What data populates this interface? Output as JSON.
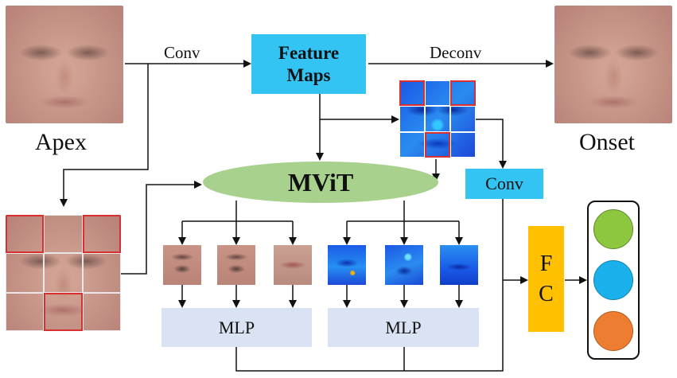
{
  "labels": {
    "apex": "Apex",
    "onset": "Onset",
    "conv_arrow": "Conv",
    "deconv_arrow": "Deconv"
  },
  "blocks": {
    "feature_maps_line1": "Feature",
    "feature_maps_line2": "Maps",
    "mvit": "MViT",
    "conv_block": "Conv",
    "fc_line1": "F",
    "fc_line2": "C",
    "mlp_left": "MLP",
    "mlp_right": "MLP"
  },
  "colors": {
    "feature_maps_fill": "#33c4f4",
    "conv_fill": "#33c4f4",
    "mvit_fill": "#a9d18e",
    "fc_fill": "#ffc000",
    "mlp_fill": "#dae3f3",
    "class_green": "#8dc63f",
    "class_blue": "#1ab0ec",
    "class_orange": "#ed7d31",
    "patch_border_highlight": "#d83030"
  },
  "outputs": [
    {
      "name": "class-circle-green",
      "color": "#8dc63f"
    },
    {
      "name": "class-circle-blue",
      "color": "#1ab0ec"
    },
    {
      "name": "class-circle-orange",
      "color": "#ed7d31"
    }
  ]
}
